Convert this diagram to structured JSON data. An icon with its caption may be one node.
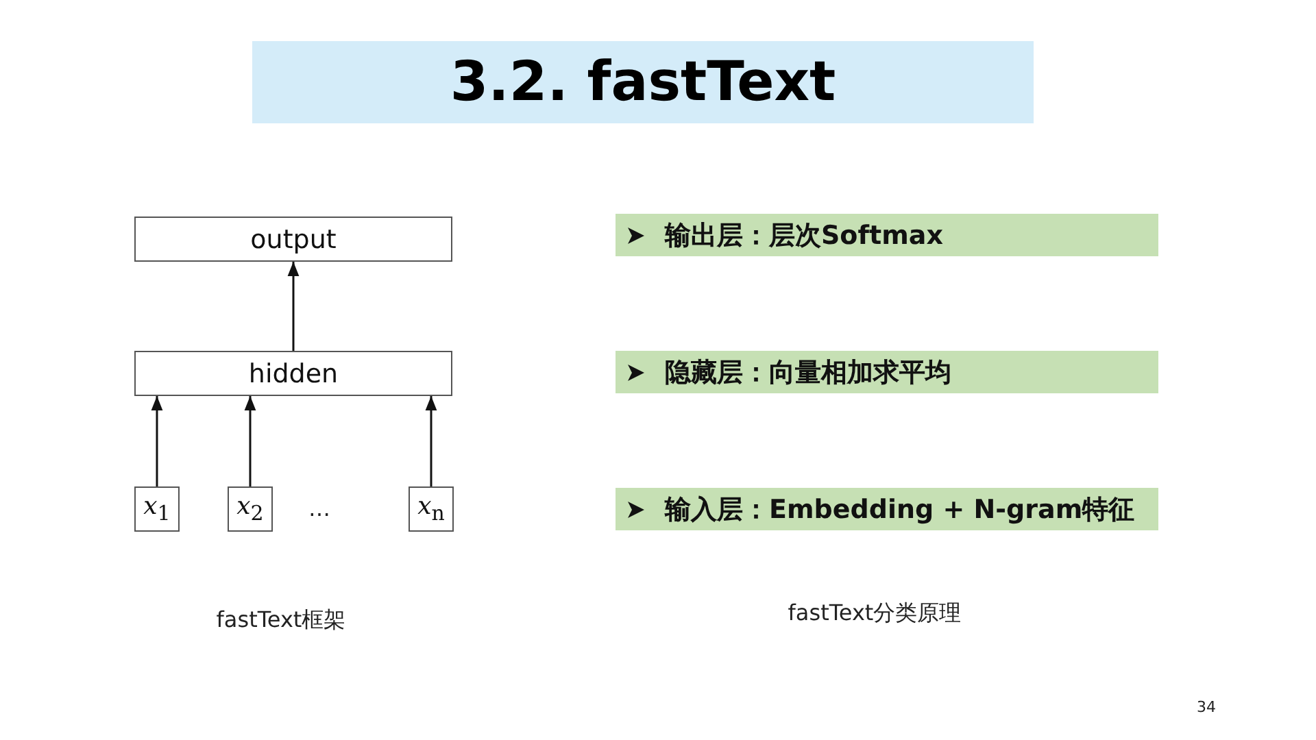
{
  "diagram": {
    "title": "3.2. fastText",
    "nodes": [
      {
        "text": [
          "output"
        ]
      },
      {
        "text": [
          "hidden"
        ]
      },
      {
        "text": [
          "*x*$_{1}$"
        ]
      },
      {
        "text": [
          "*x*$_{2}$"
        ]
      },
      {
        "text": [
          "*x*$_{n}$"
        ]
      },
      {
        "text": [
          "输出层：层次Softmax"
        ]
      },
      {
        "text": [
          "隐藏层：向量相加求平均"
        ]
      },
      {
        "text": [
          "输入层：Embedding + N-gram特征"
        ]
      }
    ],
    "edges": [
      {
        "from": 1,
        "to": 0,
        "arrow": "to"
      },
      {
        "from": 2,
        "to": 1,
        "arrow": "to"
      },
      {
        "from": 3,
        "to": 1,
        "arrow": "to"
      },
      {
        "from": 4,
        "to": 1,
        "arrow": "to"
      }
    ],
    "labels": [
      "…",
      "fastText框架",
      "fastText分类原理",
      "34"
    ]
  }
}
